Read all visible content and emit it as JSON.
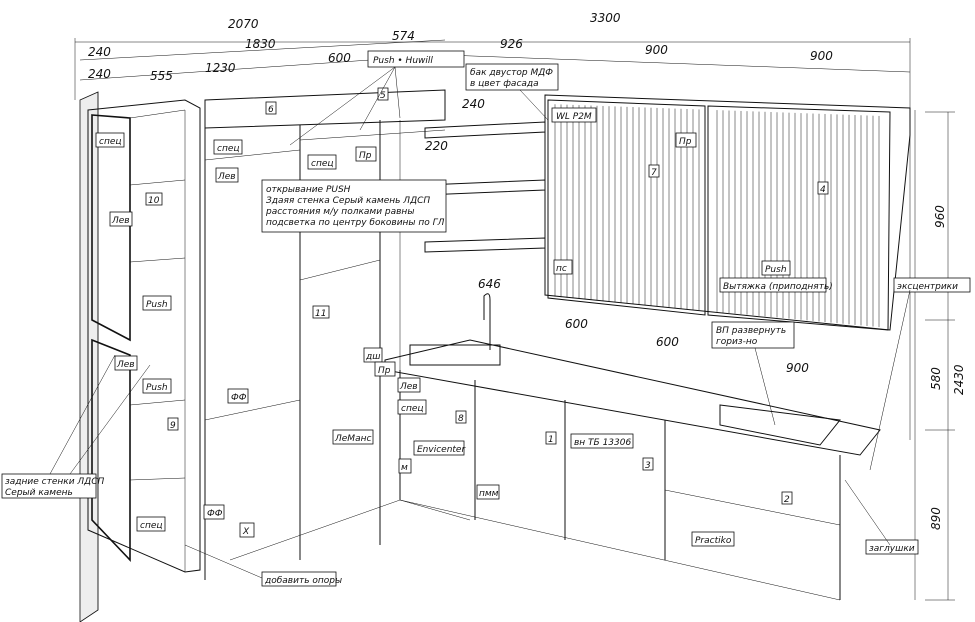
{
  "dimensions": {
    "top_total_left": "2070",
    "top_total_right": "3300",
    "d240a": "240",
    "d1830": "1830",
    "d574": "574",
    "d926": "926",
    "d900a": "900",
    "d900b": "900",
    "d240b": "240",
    "d555": "555",
    "d1230": "1230",
    "d600a": "600",
    "d240c": "240",
    "d220": "220",
    "d646": "646",
    "d600b": "600",
    "d600c": "600",
    "d900c": "900",
    "d960": "960",
    "d580": "580",
    "d2430": "2430",
    "d890": "890"
  },
  "callouts": {
    "push_huwill": "Push • Huwill",
    "bak_line1": "бак двустор МДФ",
    "bak_line2": "в цвет фасада",
    "wl_p2m": "WL P2M",
    "pr_upper": "Пр",
    "pc": "пс",
    "push_hood": "Push",
    "hood_lift": "Вытяжка (приподнять)",
    "eccentrics": "эксцентрики",
    "vp_line1": "ВП развернуть",
    "vp_line2": "гориз-но",
    "spec_topleft": "спец",
    "lev_col": "Лев",
    "push_col1": "Push",
    "lev_col2": "Лев",
    "push_col2": "Push",
    "spec_bottom": "спец",
    "spec_tall": "спец",
    "lev_tall": "Лев",
    "spec_mid": "спец",
    "pr_mid": "Пр",
    "note1": "открывание PUSH",
    "note2": "Здаяя стенка Серый камень ЛДСП",
    "note3": "расстояния м/у полками равны",
    "note4": "подсветка по центру боковины по ГЛ",
    "ff1": "ФФ",
    "ff2": "ФФ",
    "x_mark": "X",
    "lemans": "ЛеМанс",
    "dsh": "дш",
    "pr_low": "Пр",
    "lev_low": "Лев",
    "spec_low": "спец",
    "envicenter": "Envicenter",
    "m_mark": "м",
    "pmm": "пмм",
    "vn_tb": "вн ТБ 13306",
    "practiko": "Practiko",
    "zaglushki": "заглушки",
    "back_walls1": "задние стенки ЛДСП",
    "back_walls2": "Серый камень",
    "add_supports": "добавить опоры"
  },
  "module_numbers": {
    "n1": "1",
    "n2": "2",
    "n3": "3",
    "n4": "4",
    "n5": "5",
    "n6": "6",
    "n7": "7",
    "n8": "8",
    "n9": "9",
    "n10": "10",
    "n11": "11"
  }
}
